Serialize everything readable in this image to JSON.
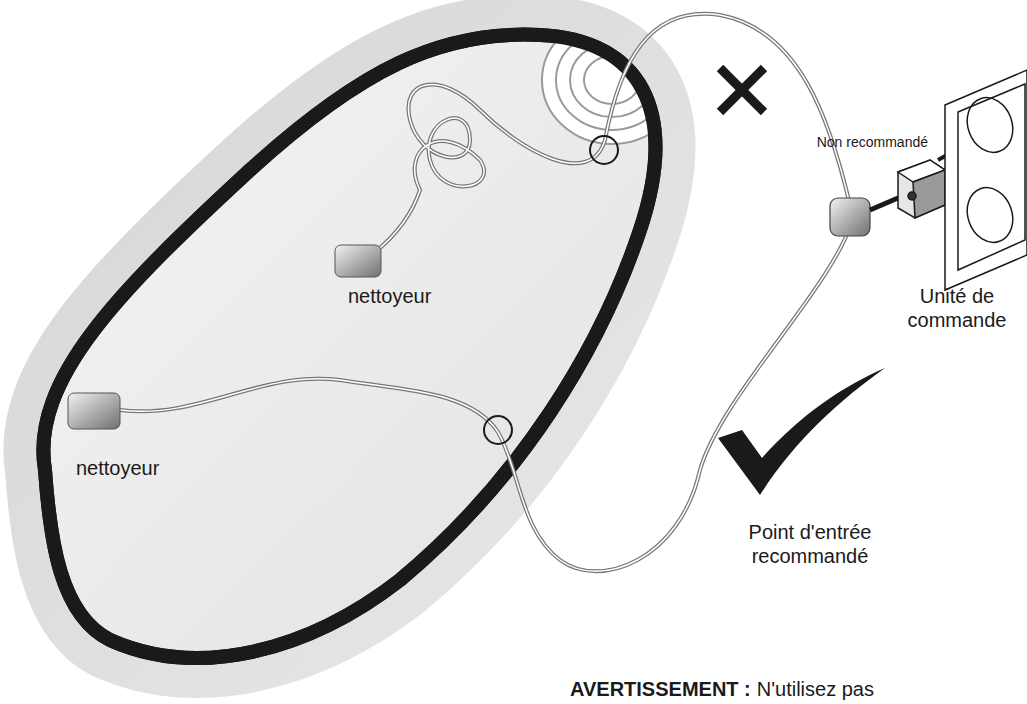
{
  "diagram": {
    "labels": [
      "Non recommandé",
      "nettoyeur",
      "nettoyeur",
      "Unité de commande",
      "Point d'entrée recommandé",
      "AVERTISSEMENT :",
      "N'utilisez pas"
    ]
  }
}
